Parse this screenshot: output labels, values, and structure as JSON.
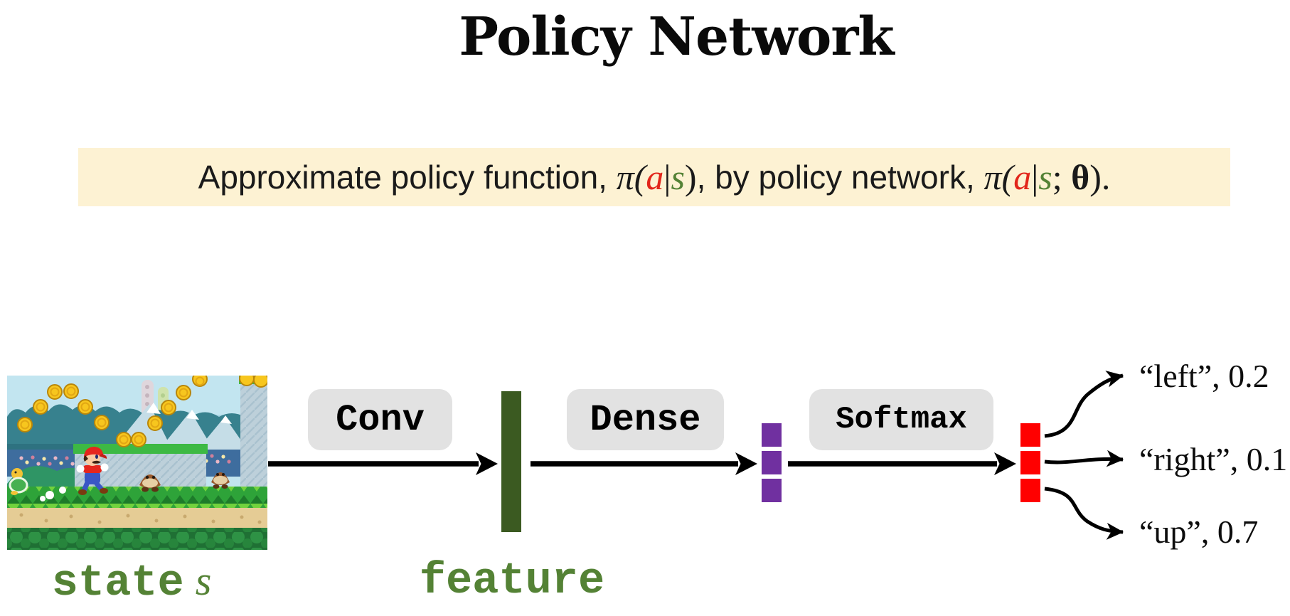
{
  "title": "Policy Network",
  "highlight": {
    "bg": "#fdf2d3",
    "formula": {
      "p1": "Approximate policy function, ",
      "pi1": "π(",
      "a1": "a",
      "bar1": "|",
      "s1": "s",
      "close1": ")",
      "p2": ", by policy network, ",
      "pi2": "π(",
      "a2": "a",
      "bar2": "|",
      "s2": "s",
      "semi": "; ",
      "theta": "θ",
      "close2": ")."
    }
  },
  "colors": {
    "math_red": "#e2261b",
    "math_green": "#548235",
    "label_green": "#548235",
    "feature_bar": "#3b5a21",
    "dense_purple": "#7030a0",
    "softmax_red": "#ff0000",
    "box_gray": "#e2e2e2",
    "arrow_black": "#000000"
  },
  "diagram": {
    "state_word": "state",
    "state_symbol": "s",
    "feature_label": "feature",
    "conv_label": "Conv",
    "dense_label": "Dense",
    "softmax_label": "Softmax",
    "outputs": [
      {
        "action": "left",
        "probability": 0.2,
        "label": "“left”, 0.2"
      },
      {
        "action": "right",
        "probability": 0.1,
        "label": "“right”, 0.1"
      },
      {
        "action": "up",
        "probability": 0.7,
        "label": "“up”, 0.7"
      }
    ]
  }
}
